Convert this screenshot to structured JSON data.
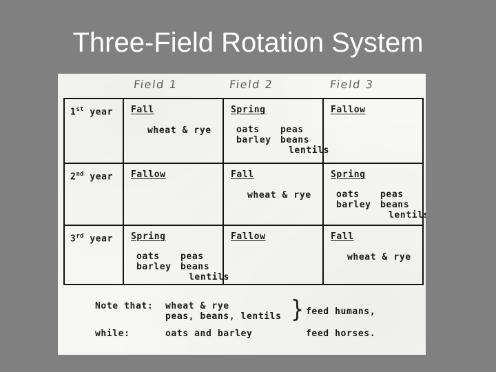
{
  "slide": {
    "title": "Three-Field Rotation System",
    "background_color": "#808080",
    "paper_color": "#f7f7f5",
    "ink_color": "#1a1a1a",
    "pencil_color": "#5e5e5e"
  },
  "field_headers": {
    "field_1": "Field 1",
    "field_2": "Field 2",
    "field_3": "Field 3"
  },
  "table": {
    "rows": [
      {
        "year_number": "1",
        "year_ordinal": "st",
        "year_suffix": "year",
        "field_1": {
          "season": "Fall",
          "crops_single": "wheat & rye",
          "crops_left": [],
          "crops_right": []
        },
        "field_2": {
          "season": "Spring",
          "crops_single": "",
          "crops_left": [
            "oats",
            "barley"
          ],
          "crops_right": [
            "peas",
            "beans",
            "lentils"
          ]
        },
        "field_3": {
          "season": "Fallow",
          "crops_single": "",
          "crops_left": [],
          "crops_right": []
        }
      },
      {
        "year_number": "2",
        "year_ordinal": "nd",
        "year_suffix": "year",
        "field_1": {
          "season": "Fallow",
          "crops_single": "",
          "crops_left": [],
          "crops_right": []
        },
        "field_2": {
          "season": "Fall",
          "crops_single": "wheat & rye",
          "crops_left": [],
          "crops_right": []
        },
        "field_3": {
          "season": "Spring",
          "crops_single": "",
          "crops_left": [
            "oats",
            "barley"
          ],
          "crops_right": [
            "peas",
            "beans",
            "lentils"
          ]
        }
      },
      {
        "year_number": "3",
        "year_ordinal": "rd",
        "year_suffix": "year",
        "field_1": {
          "season": "Spring",
          "crops_single": "",
          "crops_left": [
            "oats",
            "barley"
          ],
          "crops_right": [
            "peas",
            "beans",
            "lentils"
          ]
        },
        "field_2": {
          "season": "Fallow",
          "crops_single": "",
          "crops_left": [],
          "crops_right": []
        },
        "field_3": {
          "season": "Fall",
          "crops_single": "wheat & rye",
          "crops_left": [],
          "crops_right": []
        }
      }
    ]
  },
  "note": {
    "label_1": "Note that:",
    "items_line_1": "wheat & rye",
    "items_line_2": "peas, beans, lentils",
    "brace": "}",
    "result_1": "feed humans,",
    "label_2": "while:",
    "items_line_3": "oats and barley",
    "result_2": "feed horses."
  }
}
